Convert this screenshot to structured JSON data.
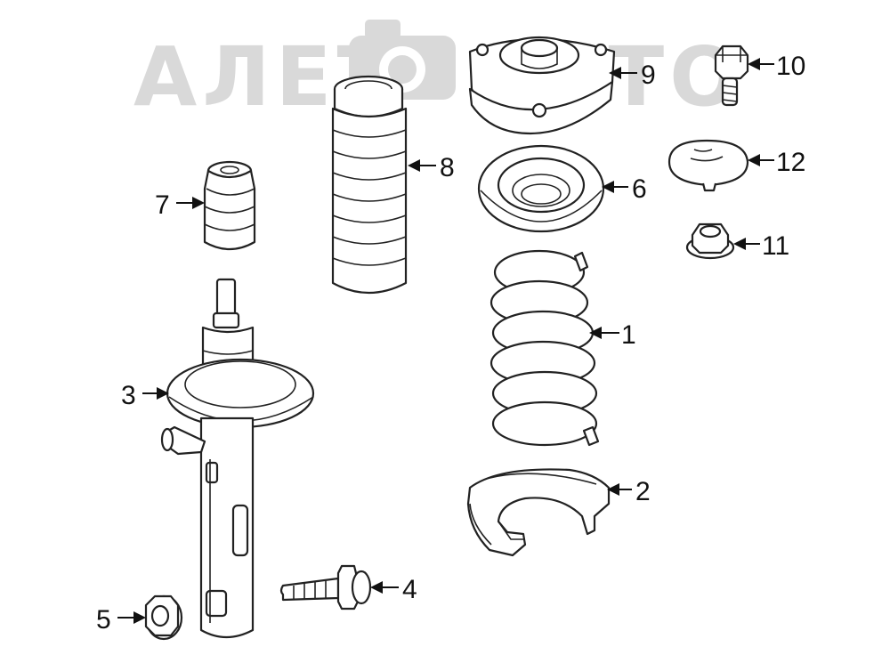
{
  "watermark": {
    "text_left": "АЛЕТ",
    "text_right": "АВТО",
    "color": "#d9d9d9"
  },
  "parts": [
    {
      "id": "coil-spring",
      "num": "1"
    },
    {
      "id": "spring-seat-lower",
      "num": "2"
    },
    {
      "id": "strut-assembly",
      "num": "3"
    },
    {
      "id": "strut-bolt",
      "num": "4"
    },
    {
      "id": "strut-nut",
      "num": "5"
    },
    {
      "id": "spring-seat-upper",
      "num": "6"
    },
    {
      "id": "bump-stop",
      "num": "7"
    },
    {
      "id": "dust-boot",
      "num": "8"
    },
    {
      "id": "strut-mount",
      "num": "9"
    },
    {
      "id": "mount-bolt",
      "num": "10"
    },
    {
      "id": "top-nut",
      "num": "11"
    },
    {
      "id": "dust-cap",
      "num": "12"
    }
  ],
  "colors": {
    "line": "#222222",
    "background": "#ffffff"
  }
}
